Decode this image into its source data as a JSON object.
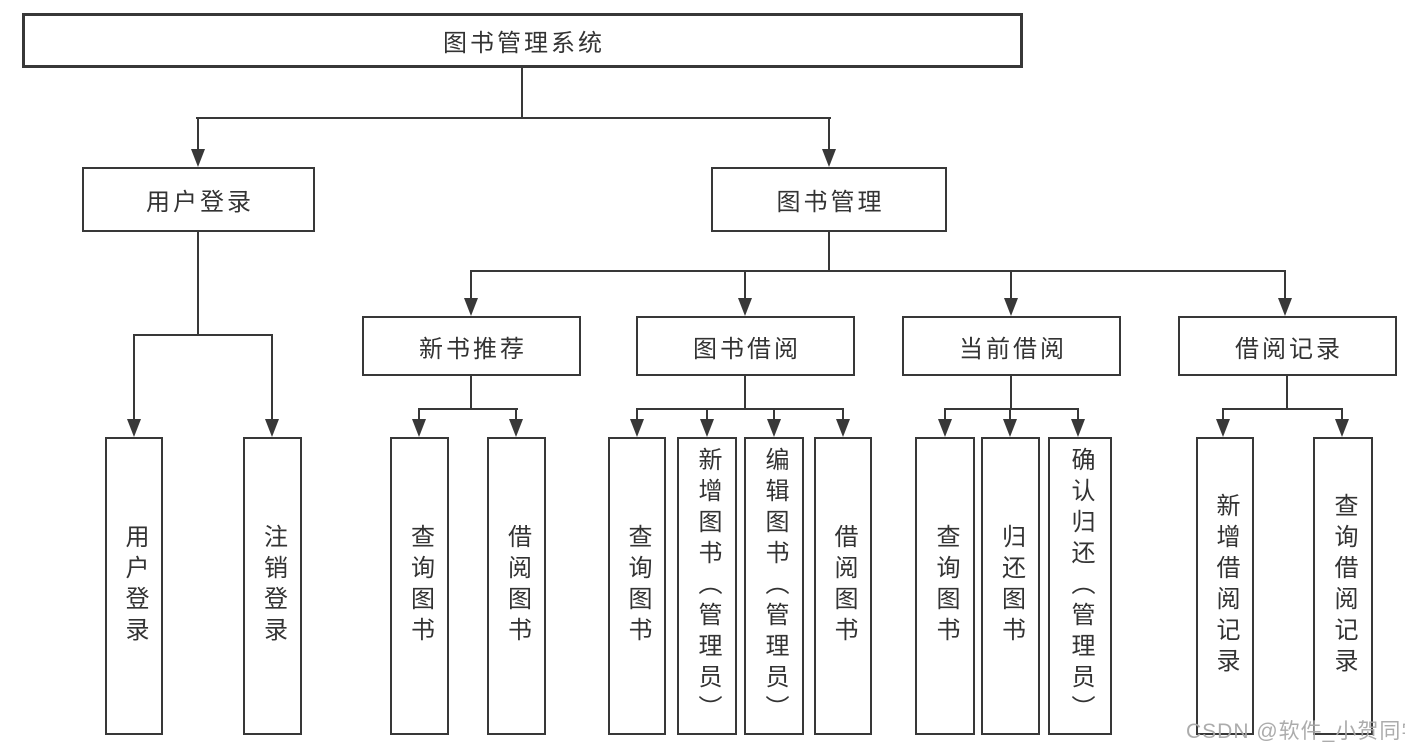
{
  "diagram": {
    "type": "hierarchy-tree",
    "root": {
      "label": "图书管理系统"
    },
    "level2": [
      {
        "label": "用户登录",
        "parent": "图书管理系统"
      },
      {
        "label": "图书管理",
        "parent": "图书管理系统"
      }
    ],
    "level3": [
      {
        "label": "新书推荐",
        "parent": "图书管理"
      },
      {
        "label": "图书借阅",
        "parent": "图书管理"
      },
      {
        "label": "当前借阅",
        "parent": "图书管理"
      },
      {
        "label": "借阅记录",
        "parent": "图书管理"
      }
    ],
    "leaves": [
      {
        "label": "用户登录",
        "parent": "用户登录"
      },
      {
        "label": "注销登录",
        "parent": "用户登录"
      },
      {
        "label": "查询图书",
        "parent": "新书推荐"
      },
      {
        "label": "借阅图书",
        "parent": "新书推荐"
      },
      {
        "label": "查询图书",
        "parent": "图书借阅"
      },
      {
        "label": "新增图书（管理员）",
        "parent": "图书借阅"
      },
      {
        "label": "编辑图书（管理员）",
        "parent": "图书借阅"
      },
      {
        "label": "借阅图书",
        "parent": "图书借阅"
      },
      {
        "label": "查询图书",
        "parent": "当前借阅"
      },
      {
        "label": "归还图书",
        "parent": "当前借阅"
      },
      {
        "label": "确认归还（管理员）",
        "parent": "当前借阅"
      },
      {
        "label": "新增借阅记录",
        "parent": "借阅记录"
      },
      {
        "label": "查询借阅记录",
        "parent": "借阅记录"
      }
    ]
  },
  "watermark": {
    "text": "CSDN @软件_小贺同学",
    "color": "#a8a8a8"
  },
  "colors": {
    "line": "#383838",
    "box_border": "#383838",
    "text": "#333333",
    "background": "#ffffff"
  }
}
